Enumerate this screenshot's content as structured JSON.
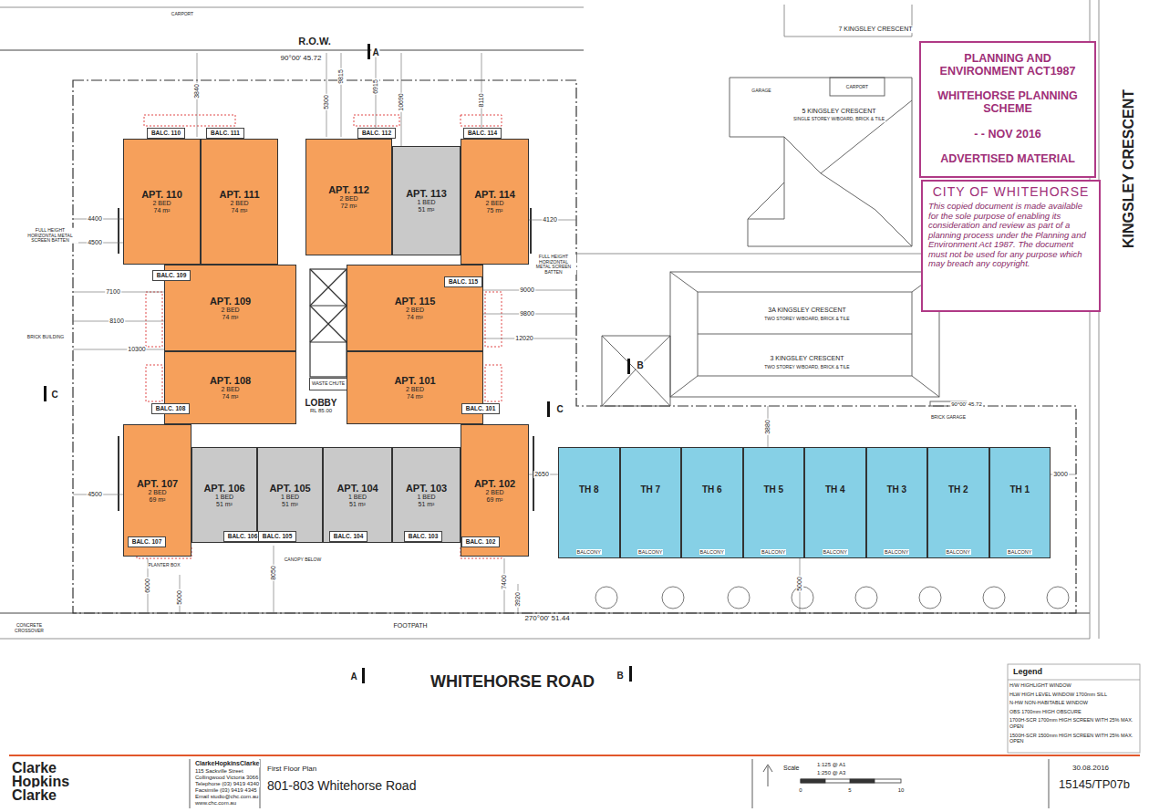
{
  "diagram": {
    "title": "First Floor Plan",
    "nodes": [
      {
        "text": [
          "BALC. 110"
        ]
      },
      {
        "text": [
          "BALC. 111"
        ]
      },
      {
        "text": [
          "BALC. 112"
        ]
      },
      {
        "text": [
          "BALC. 114"
        ]
      },
      {
        "text": [
          "APT. 110",
          "2 BED",
          "74 m²"
        ]
      },
      {
        "text": [
          "APT. 111",
          "2 BED",
          "74 m²"
        ]
      },
      {
        "text": [
          "APT. 112",
          "2 BED",
          "72 m²"
        ]
      },
      {
        "text": [
          "APT. 113",
          "1 BED",
          "51 m²"
        ]
      },
      {
        "text": [
          "APT. 114",
          "2 BED",
          "75 m²"
        ]
      },
      {
        "text": [
          "BALC. 109"
        ]
      },
      {
        "text": [
          "APT. 109",
          "2 BED",
          "74 m²"
        ]
      },
      {
        "text": [
          "APT. 115",
          "2 BED",
          "74 m²"
        ]
      },
      {
        "text": [
          "BALC. 115"
        ]
      },
      {
        "text": [
          "APT. 108",
          "2 BED",
          "74 m²"
        ]
      },
      {
        "text": [
          "LOBBY",
          "RL 85.00"
        ]
      },
      {
        "text": [
          "WASTE CHUTE"
        ]
      },
      {
        "text": [
          "APT. 101",
          "2 BED",
          "74 m²"
        ]
      },
      {
        "text": [
          "BALC. 108"
        ]
      },
      {
        "text": [
          "BALC. 101"
        ]
      },
      {
        "text": [
          "APT. 107",
          "2 BED",
          "69 m²"
        ]
      },
      {
        "text": [
          "APT. 106",
          "1 BED",
          "51 m²"
        ]
      },
      {
        "text": [
          "APT. 105",
          "1 BED",
          "51 m²"
        ]
      },
      {
        "text": [
          "APT. 104",
          "1 BED",
          "51 m²"
        ]
      },
      {
        "text": [
          "APT. 103",
          "1 BED",
          "51 m²"
        ]
      },
      {
        "text": [
          "APT. 102",
          "2 BED",
          "69 m²"
        ]
      },
      {
        "text": [
          "BALC. 107"
        ]
      },
      {
        "text": [
          "BALC. 106"
        ]
      },
      {
        "text": [
          "BALC. 105"
        ]
      },
      {
        "text": [
          "BALC. 104"
        ]
      },
      {
        "text": [
          "BALC. 103"
        ]
      },
      {
        "text": [
          "BALC. 102"
        ]
      },
      {
        "text": [
          "TH 8",
          "BALCONY"
        ]
      },
      {
        "text": [
          "TH 7",
          "BALCONY"
        ]
      },
      {
        "text": [
          "TH 6",
          "BALCONY"
        ]
      },
      {
        "text": [
          "TH 5",
          "BALCONY"
        ]
      },
      {
        "text": [
          "TH 4",
          "BALCONY"
        ]
      },
      {
        "text": [
          "TH 3",
          "BALCONY"
        ]
      },
      {
        "text": [
          "TH 2",
          "BALCONY"
        ]
      },
      {
        "text": [
          "TH 1",
          "BALCONY"
        ]
      },
      {
        "text": [
          "PLANNING AND ENVIRONMENT ACT1987",
          "WHITEHORSE PLANNING SCHEME",
          "- - NOV 2016",
          "ADVERTISED MATERIAL"
        ]
      },
      {
        "text": [
          "CITY OF WHITEHORSE",
          "This copied document is made available for the sole purpose of enabling its consideration and review as part of a planning process under the Planning and Environment Act 1987. The document must not be used for any purpose which may breach any copyright."
        ]
      }
    ],
    "labels": [
      "R.O.W.",
      "90°00' 45.72",
      "A",
      "3840",
      "5300",
      "9815",
      "6915",
      "10690",
      "8110",
      "4400",
      "4500",
      "7100",
      "8100",
      "10300",
      "4500",
      "4120",
      "9000",
      "9800",
      "12020",
      "2650",
      "3000",
      "6000",
      "5000",
      "8050",
      "7400",
      "3920",
      "5000",
      "3880",
      "270°00' 51.44",
      "90°00' 45.72",
      "FOOTPATH",
      "WHITEHORSE ROAD",
      "KINGSLEY CRESCENT",
      "A",
      "B",
      "B",
      "C",
      "C",
      "7 KINGSLEY CRESCENT",
      "5 KINGSLEY CRESCENT",
      "SINGLE STOREY W/BOARD, BRICK & TILE",
      "3A KINGSLEY CRESCENT",
      "TWO STOREY W/BOARD, BRICK & TILE",
      "3 KINGSLEY CRESCENT",
      "TWO STOREY W/BOARD, BRICK & TILE",
      "CARPORT",
      "GARAGE",
      "BRICK GARAGE",
      "PLANTER BOX",
      "CANOPY BELOW",
      "FULL HEIGHT HORIZONTAL METAL SCREEN BATTEN",
      "FULL HEIGHT HORIZONTAL METAL SCREEN BATTEN",
      "BRICK BUILDING",
      "CONCRETE CROSSOVER",
      "CARPORT",
      "Clarke",
      "Hopkins",
      "Clarke",
      "ClarkeHopkinsClarke",
      "115 Sackville Street",
      "Collingwood Victoria 3066",
      "Telephone (03) 9419 4340",
      "Facsimile (03) 9419 4345",
      "Email studio@chc.com.au",
      "www.chc.com.au",
      "801-803 Whitehorse Road",
      "Scale",
      "1:125 @ A1",
      "1:250 @ A3",
      "0",
      "5",
      "10",
      "30.08.2016",
      "15145/TP07b",
      "Legend"
    ],
    "legend": [
      {
        "text": "H/W HIGHLIGHT WINDOW"
      },
      {
        "text": "HLW HIGH LEVEL WINDOW 1700mm SILL"
      },
      {
        "text": "N-HW NON-HABITABLE WINDOW"
      },
      {
        "text": "OBS 1700mm HIGH OBSCURE"
      },
      {
        "text": "1700H-SCR 1700mm HIGH SCREEN WITH 25% MAX. OPEN"
      },
      {
        "text": "1500H-SCR 1500mm HIGH SCREEN WITH 25% MAX. OPEN"
      }
    ]
  }
}
